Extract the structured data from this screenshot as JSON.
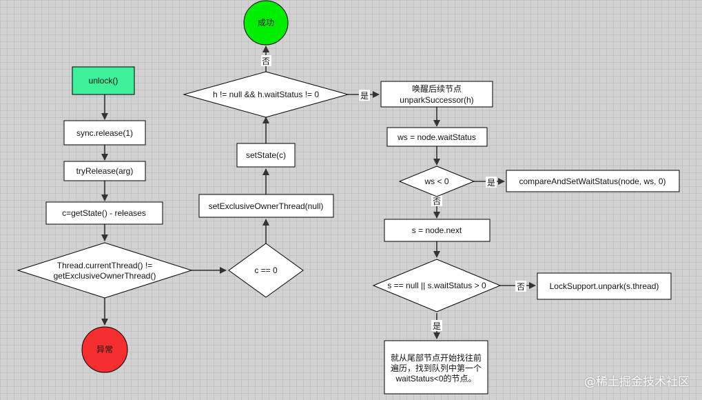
{
  "nodes": {
    "unlock": "unlock()",
    "sync_release": "sync.release(1)",
    "try_release": "tryRelease(arg)",
    "get_state": "c=getState() - releases",
    "thread_check_1": "Thread.currentThread() !=",
    "thread_check_2": "getExclusiveOwnerThread()",
    "exception": "异常",
    "c_eq_0": "c == 0",
    "set_owner_null": "setExclusiveOwnerThread(null)",
    "set_state": "setState(c)",
    "h_check": "h != null && h.waitStatus != 0",
    "success": "成功",
    "unpark_succ_1": "唤醒后续节点",
    "unpark_succ_2": "unparkSuccessor(h)",
    "ws_assign": "ws = node.waitStatus",
    "ws_lt_0": "ws < 0",
    "cas_wait": "compareAndSetWaitStatus(node, ws, 0)",
    "s_next": "s = node.next",
    "s_check": "s == null || s.waitStatus > 0",
    "lock_unpark": "LockSupport.unpark(s.thread)",
    "tail_1": "就从尾部节点开始找往前",
    "tail_2": "遍历，找到队列中第一个",
    "tail_3": "waitStatus<0的节点。"
  },
  "edge_labels": {
    "no": "否",
    "yes": "是"
  },
  "colors": {
    "start_fill": "#3ef09a",
    "success_fill": "#00ee00",
    "exception_fill": "#f52f2f"
  },
  "watermark": "@稀土掘金技术社区"
}
